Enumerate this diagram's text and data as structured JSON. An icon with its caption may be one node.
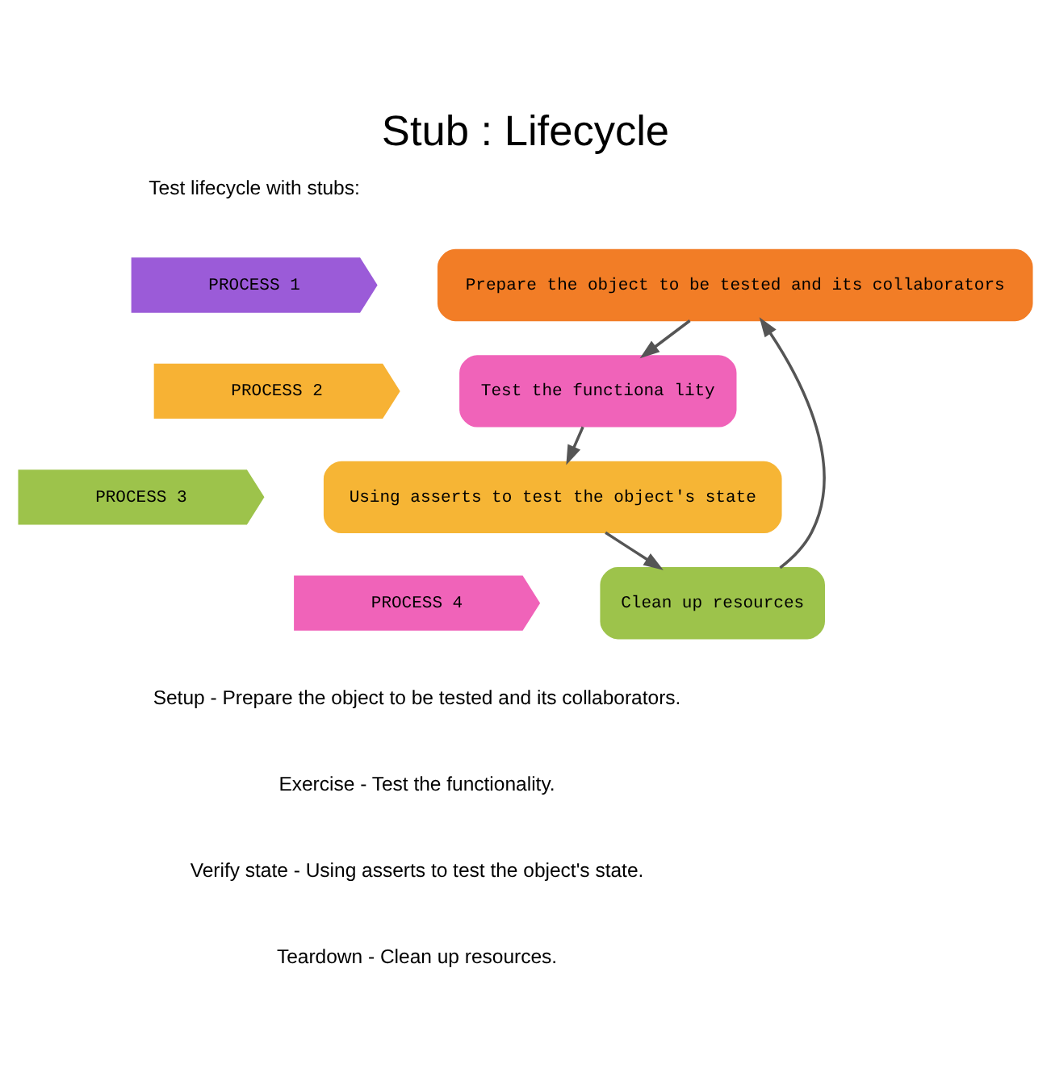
{
  "diagram": {
    "title": "Stub : Lifecycle",
    "nodes": [
      {
        "text": [
          "PROCESS 1"
        ]
      },
      {
        "text": [
          "PROCESS 2"
        ]
      },
      {
        "text": [
          "PROCESS 3"
        ]
      },
      {
        "text": [
          "PROCESS 4"
        ]
      },
      {
        "text": [
          "Prepare the object to be tested and its collaborators"
        ]
      },
      {
        "text": [
          "Test the functiona lity"
        ]
      },
      {
        "text": [
          "Using asserts to test the object's state"
        ]
      },
      {
        "text": [
          "Clean up resources"
        ]
      }
    ],
    "edges": [
      {
        "from": 4,
        "to": 5,
        "arrow": "to"
      },
      {
        "from": 5,
        "to": 6,
        "arrow": "to"
      },
      {
        "from": 6,
        "to": 7,
        "arrow": "to"
      },
      {
        "from": 7,
        "to": 4,
        "arrow": "to"
      }
    ],
    "labels": [
      "Test lifecycle with stubs:",
      "Setup - Prepare the object to be tested and its collaborators.",
      "Exercise - Test the functionality.",
      "Verify state - Using asserts to test the object's state.",
      "Teardown - Clean up resources."
    ]
  }
}
